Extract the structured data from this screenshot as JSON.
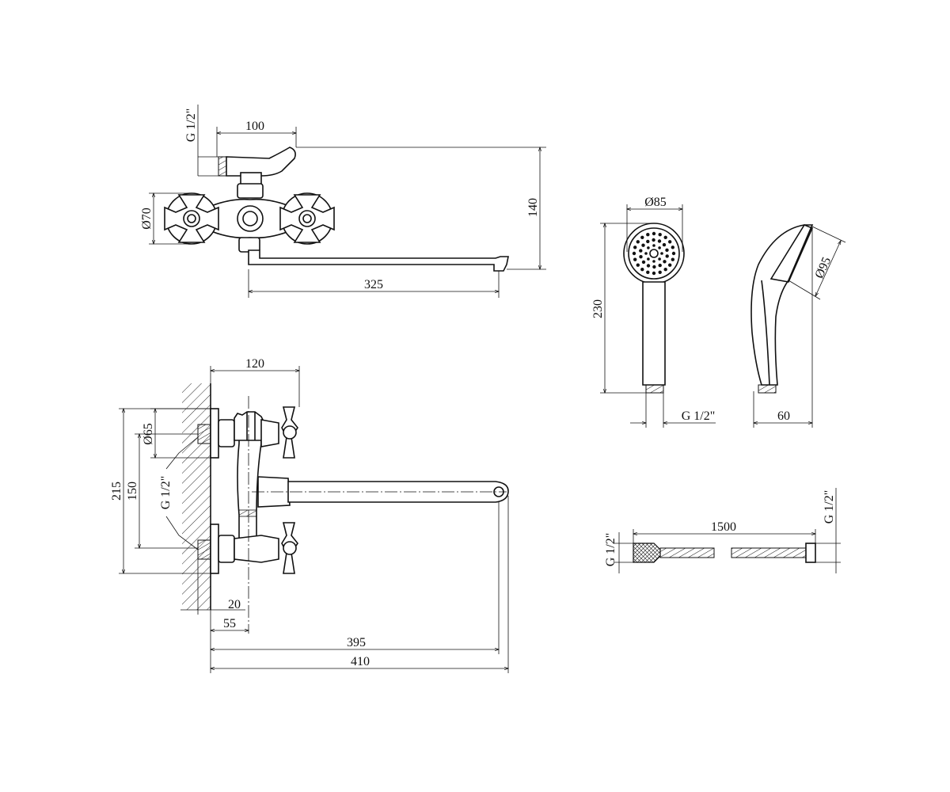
{
  "front_view": {
    "thread": "G 1/2\"",
    "width_handle": "100",
    "height": "140",
    "handle_diameter": "Ø70",
    "spout_length": "325"
  },
  "side_view": {
    "width": "120",
    "flange_diameter": "Ø65",
    "overall_height": "215",
    "inlet_spacing": "150",
    "thread": "G 1/2\"",
    "wall_offset": "20",
    "axis_offset": "55",
    "spout_axis_reach": "395",
    "total_reach": "410"
  },
  "shower_head": {
    "face_diameter": "Ø85",
    "length": "230",
    "thread": "G 1/2\"",
    "tilt_diameter": "Ø95",
    "depth": "60"
  },
  "hose": {
    "length": "1500",
    "thread_left": "G 1/2\"",
    "thread_right": "G 1/2\""
  }
}
